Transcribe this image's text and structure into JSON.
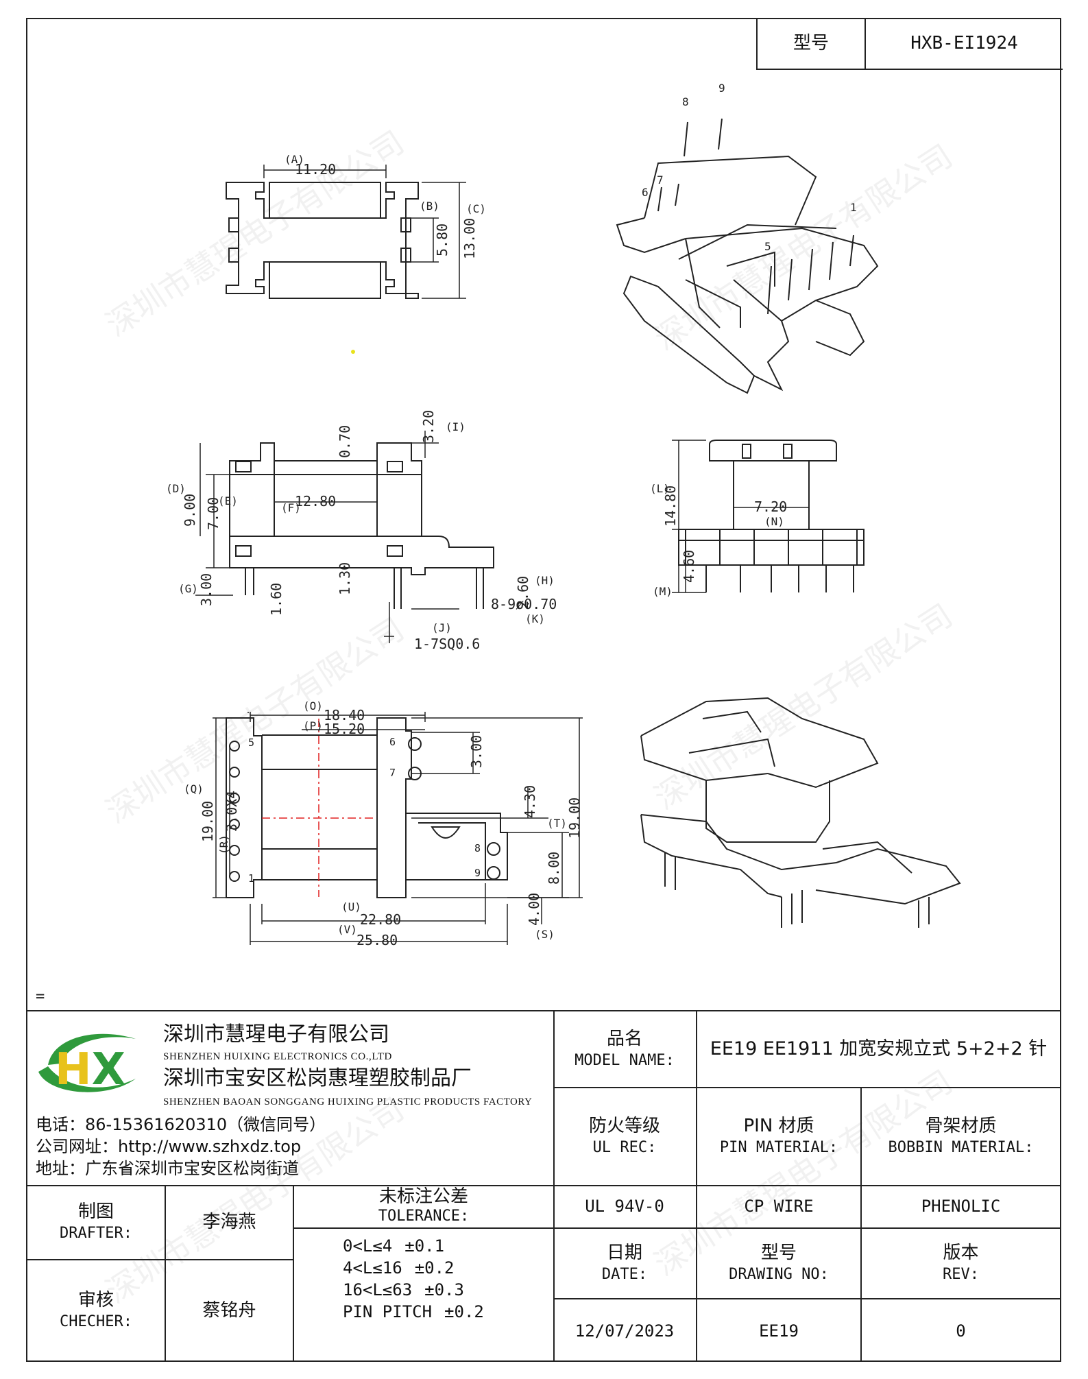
{
  "header": {
    "model_label": "型号",
    "model_value": "HXB-EI1924"
  },
  "drawing": {
    "top_view": {
      "dim_a_tag": "(A)",
      "dim_a": "11.20",
      "dim_b_tag": "(B)",
      "dim_b": "5.80",
      "dim_c_tag": "(C)",
      "dim_c": "13.00"
    },
    "iso_pins": {
      "p8": "8",
      "p9": "9",
      "p6": "6",
      "p7": "7",
      "p1": "1",
      "p5": "5"
    },
    "front_view": {
      "dim_i_tag": "(I)",
      "dim_i": "3.20",
      "dim_070": "0.70",
      "dim_d_tag": "(D)",
      "dim_d": "9.00",
      "dim_e_tag": "(E)",
      "dim_e": "7.00",
      "dim_f_tag": "(F)",
      "dim_f": "12.80",
      "dim_g_tag": "(G)",
      "dim_g": "3.00",
      "dim_160": "1.60",
      "dim_130": "1.30",
      "dim_h_tag": "(H)",
      "dim_h": "2.60",
      "dim_k_tag": "(K)",
      "dim_k": "8-9ø0.70",
      "dim_j_tag": "(J)",
      "dim_j": "1-7SQ0.6"
    },
    "side_view": {
      "dim_l_tag": "(L)",
      "dim_l": "14.80",
      "dim_n_tag": "(N)",
      "dim_n": "7.20",
      "dim_m_tag": "(M)",
      "dim_m": "4.60"
    },
    "bottom_view": {
      "dim_o_tag": "(O)",
      "dim_o": "18.40",
      "dim_p_tag": "(P)",
      "dim_p": "15.20",
      "dim_300": "3.00",
      "dim_q_tag": "(Q)",
      "dim_q": "19.00",
      "dim_r_tag": "(R)",
      "dim_r": "3.0X4",
      "dim_430": "4.30",
      "dim_t_tag": "(T)",
      "dim_1900r": "19.00",
      "dim_800": "8.00",
      "dim_400": "4.00",
      "dim_s_tag": "(S)",
      "dim_u_tag": "(U)",
      "dim_u": "22.80",
      "dim_v_tag": "(V)",
      "dim_v": "25.80",
      "pin1": "1",
      "pin5": "5",
      "pin6": "6",
      "pin7": "7",
      "pin8": "8",
      "pin9": "9"
    },
    "stray_mark": "="
  },
  "watermark": "深圳市慧瑆电子有限公司",
  "company": {
    "name_cn": "深圳市慧瑆电子有限公司",
    "name_en": "SHENZHEN HUIXING ELECTRONICS CO.,LTD",
    "factory_cn": "深圳市宝安区松岗惠瑆塑胶制品厂",
    "factory_en": "SHENZHEN BAOAN SONGGANG HUIXING PLASTIC PRODUCTS FACTORY",
    "phone": "电话：86-15361620310（微信同号）",
    "website": "公司网址：http://www.szhxdz.top",
    "address": "地址：广东省深圳市宝安区松岗街道",
    "logo_text": "HX",
    "colors": {
      "logo_green": "#2f9a3c",
      "logo_yellow": "#e8c21c"
    }
  },
  "titleblock": {
    "model_name_cn": "品名",
    "model_name_en": "MODEL NAME:",
    "model_name_value": "EE19 EE1911 加宽安规立式 5+2+2 针",
    "fire_cn": "防火等级",
    "fire_en": "UL REC:",
    "pin_cn": "PIN 材质",
    "pin_en": "PIN MATERIAL:",
    "bobbin_cn": "骨架材质",
    "bobbin_en": "BOBBIN MATERIAL:",
    "fire_value": "UL 94V-0",
    "pin_value": "CP WIRE",
    "bobbin_value": "PHENOLIC",
    "drafter_cn": "制图",
    "drafter_en": "DRAFTER:",
    "drafter_name": "李海燕",
    "checker_cn": "审核",
    "checker_en": "CHECHER:",
    "checker_name": "蔡铭舟",
    "tolerance_cn": "未标注公差",
    "tolerance_en": "TOLERANCE:",
    "tolerances": [
      {
        "range": "0<L≤4",
        "value": "±0.1"
      },
      {
        "range": "4<L≤16",
        "value": "±0.2"
      },
      {
        "range": "16<L≤63",
        "value": "±0.3"
      },
      {
        "range": "PIN PITCH",
        "value": "±0.2"
      }
    ],
    "date_cn": "日期",
    "date_en": "DATE:",
    "date_value": "12/07/2023",
    "drawing_no_cn": "型号",
    "drawing_no_en": "DRAWING NO:",
    "drawing_no_value": "EE19",
    "rev_cn": "版本",
    "rev_en": "REV:",
    "rev_value": "0"
  }
}
